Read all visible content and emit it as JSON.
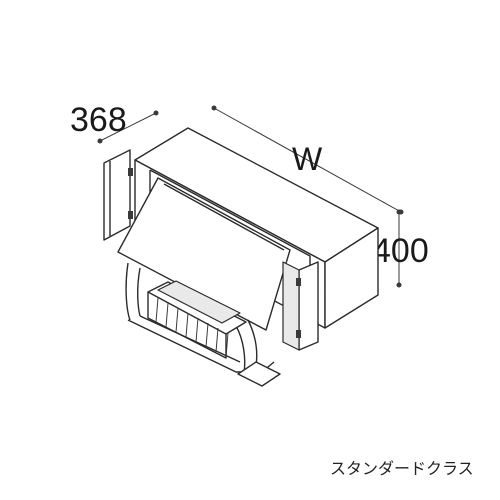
{
  "dimensions": {
    "depth": "368",
    "width": "W",
    "height": "400"
  },
  "caption": "スタンダードクラス"
}
